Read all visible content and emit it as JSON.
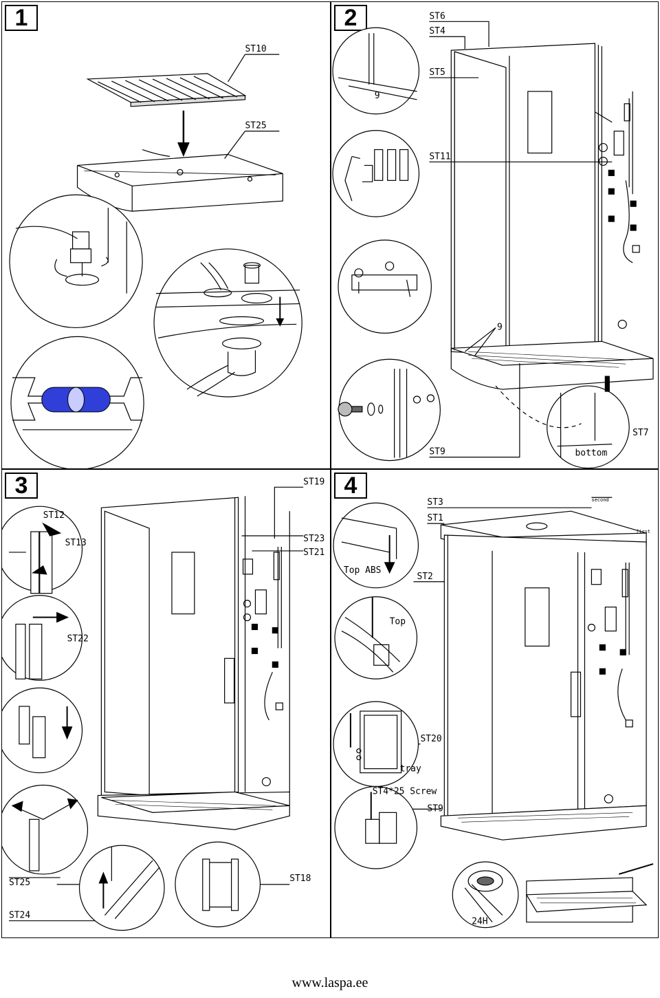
{
  "panels": [
    {
      "number": "1",
      "labels": {
        "st10": "ST10",
        "st25": "ST25"
      }
    },
    {
      "number": "2",
      "labels": {
        "st6": "ST6",
        "st4": "ST4",
        "st5": "ST5",
        "st11": "ST11",
        "nine_a": "9",
        "nine_b": "9",
        "st7": "ST7",
        "bottom": "bottom",
        "st9": "ST9"
      }
    },
    {
      "number": "3",
      "labels": {
        "st19": "ST19",
        "st12": "ST12",
        "st13": "ST13",
        "st23": "ST23",
        "st21": "ST21",
        "st22": "ST22",
        "st25": "ST25",
        "st18": "ST18",
        "st24": "ST24"
      }
    },
    {
      "number": "4",
      "labels": {
        "st3": "ST3",
        "second": "second",
        "st1": "ST1",
        "first": "first",
        "top_abs": "Top ABS",
        "st2": "ST2",
        "top": "Top",
        "st20": "ST20",
        "tray": "tray",
        "screw": "ST4*25 Screw",
        "st9": "ST9",
        "h24": "24H"
      }
    }
  ],
  "footer": {
    "url": "www.laspa.ee"
  },
  "colors": {
    "line": "#000000",
    "bubble_blue": "#2f3fd8",
    "accent_magenta": "#d020c0"
  }
}
